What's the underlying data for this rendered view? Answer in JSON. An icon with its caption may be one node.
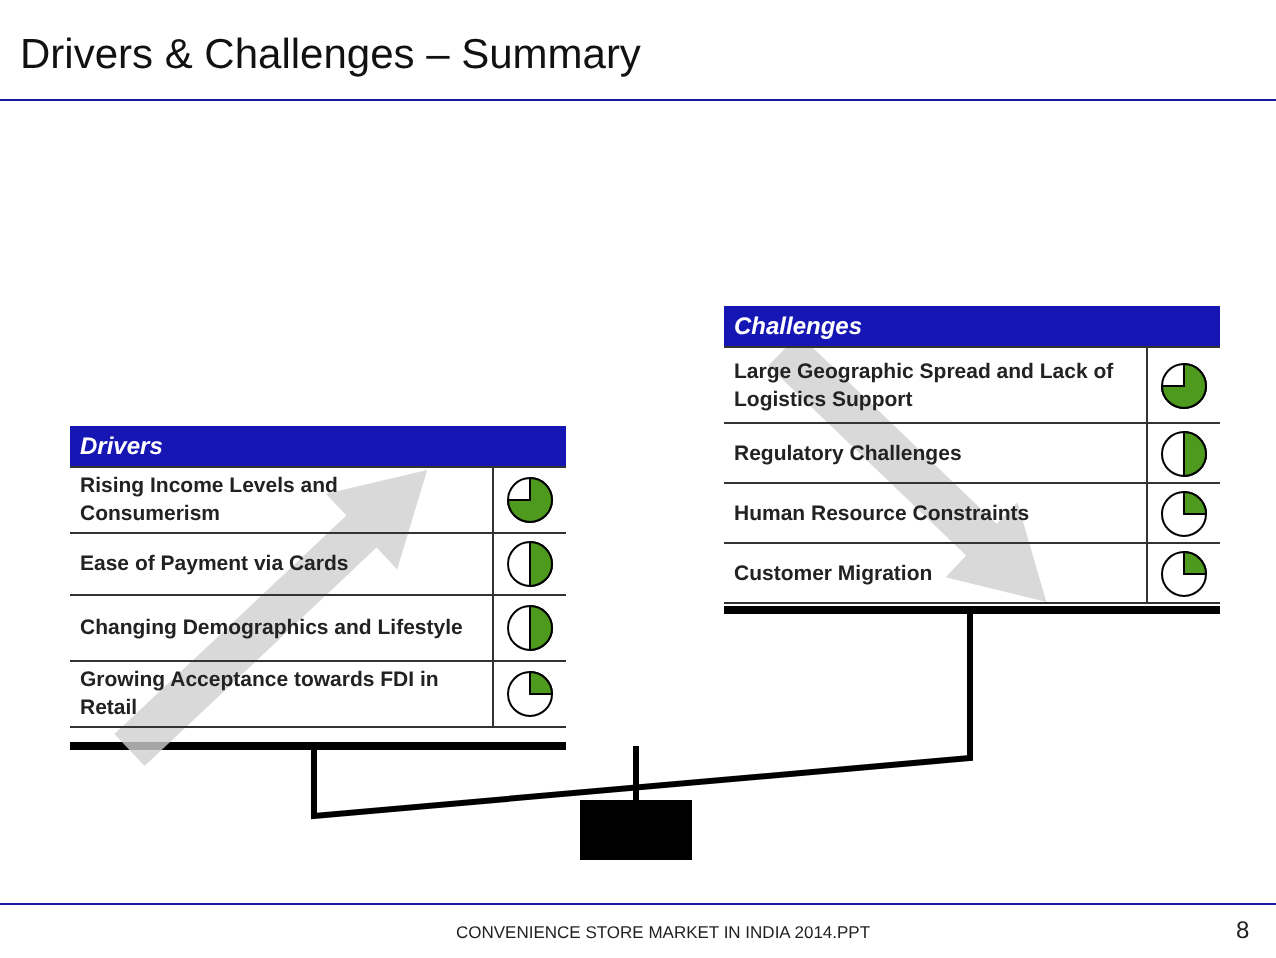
{
  "diagram": {
    "title": "Drivers & Challenges – Summary",
    "nodes": [
      {
        "text": [
          "Drivers"
        ]
      },
      {
        "text": [
          "Rising Income Levels and Consumerism"
        ],
        "in": 0
      },
      {
        "text": [
          "Ease of Payment via Cards"
        ],
        "in": 0
      },
      {
        "text": [
          "Changing Demographics and Lifestyle"
        ],
        "in": 0
      },
      {
        "text": [
          "Growing Acceptance towards FDI in Retail"
        ],
        "in": 0
      },
      {
        "text": [
          "Challenges"
        ]
      },
      {
        "text": [
          "Large Geographic Spread and Lack of Logistics Support"
        ],
        "in": 5
      },
      {
        "text": [
          "Regulatory Challenges"
        ],
        "in": 5
      },
      {
        "text": [
          "Human Resource Constraints"
        ],
        "in": 5
      },
      {
        "text": [
          "Customer Migration"
        ],
        "in": 5
      }
    ],
    "edges": [
      {
        "from": 4,
        "to": 1,
        "arrow": "to"
      },
      {
        "from": 6,
        "to": 9,
        "arrow": "to"
      }
    ],
    "labels": [
      "CONVENIENCE STORE MARKET IN INDIA 2014.PPT",
      "8"
    ]
  }
}
